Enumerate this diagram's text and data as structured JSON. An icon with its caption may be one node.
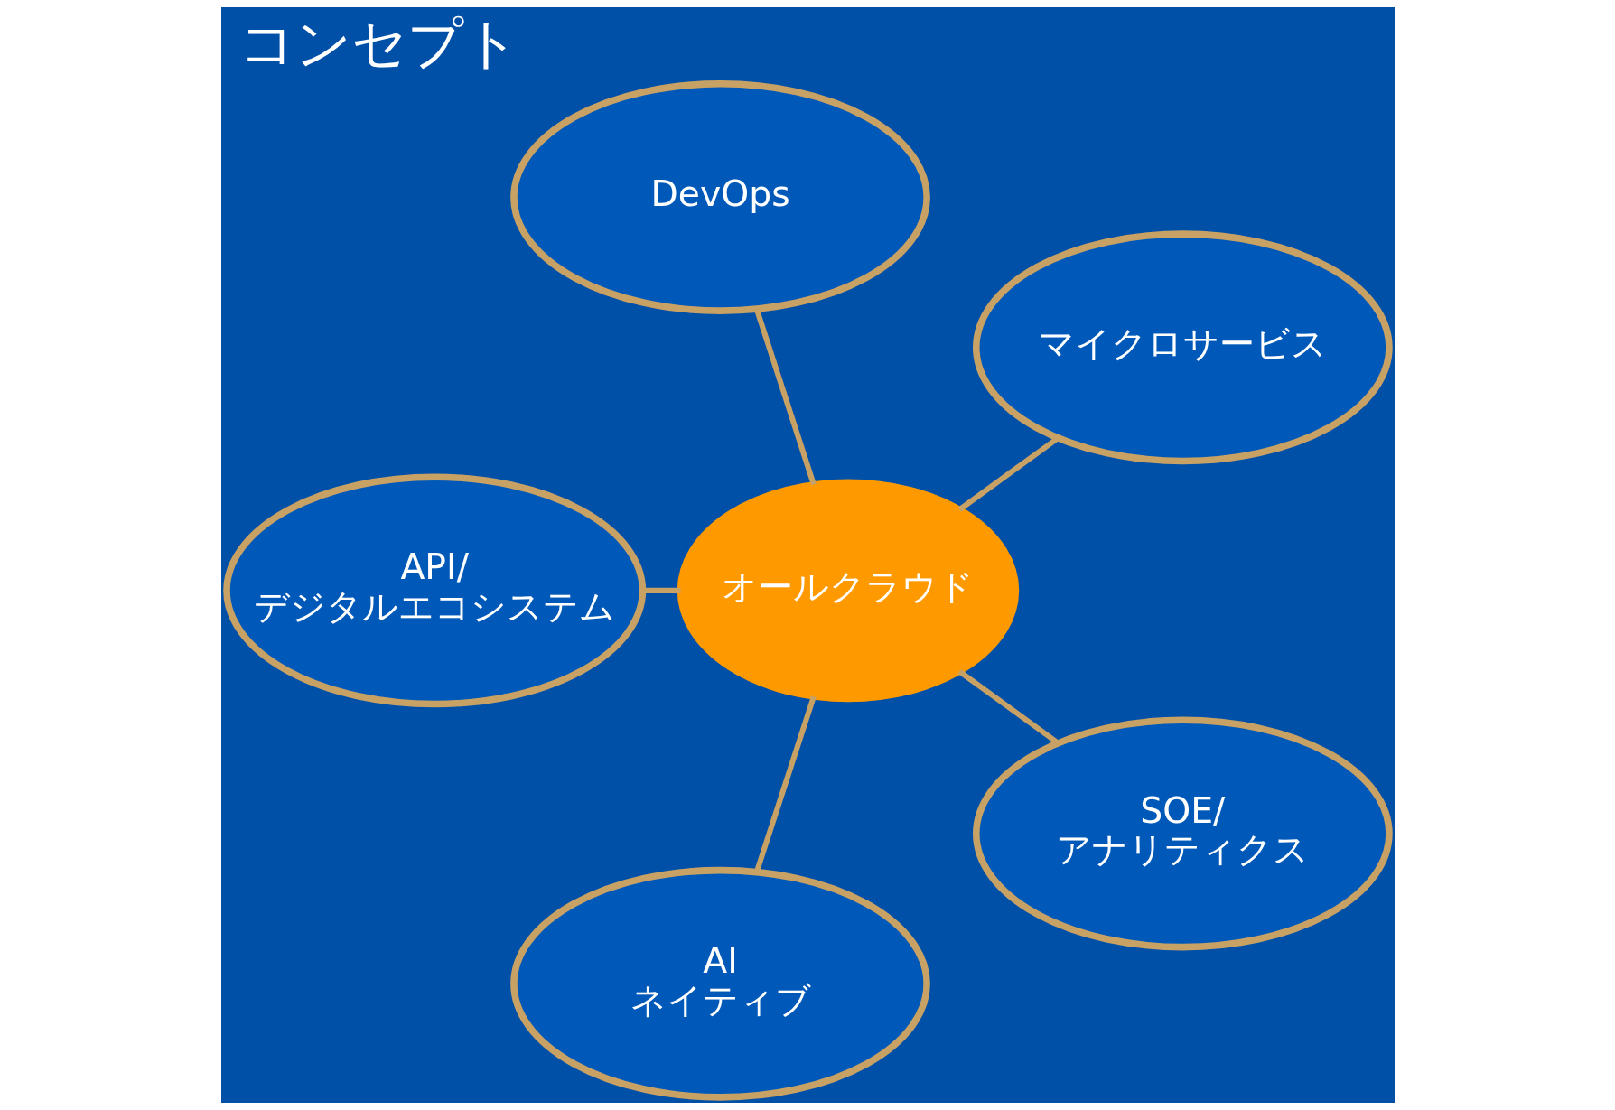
{
  "diagram": {
    "title": "コンセプト",
    "nodes": [
      {
        "text": [
          "オールクラウド"
        ]
      },
      {
        "text": [
          "マイクロサービス"
        ]
      },
      {
        "text": [
          "DevOps"
        ]
      },
      {
        "text": [
          "API/ デジタルエコシステム"
        ]
      },
      {
        "text": [
          "AI ネイティブ"
        ]
      },
      {
        "text": [
          "SOE/ アナリティクス"
        ]
      }
    ],
    "edges": [
      {
        "from": 0,
        "to": 1,
        "arrow": "none"
      },
      {
        "from": 0,
        "to": 2,
        "arrow": "none"
      },
      {
        "from": 0,
        "to": 3,
        "arrow": "none"
      },
      {
        "from": 0,
        "to": 4,
        "arrow": "none"
      },
      {
        "from": 0,
        "to": 5,
        "arrow": "none"
      }
    ]
  }
}
